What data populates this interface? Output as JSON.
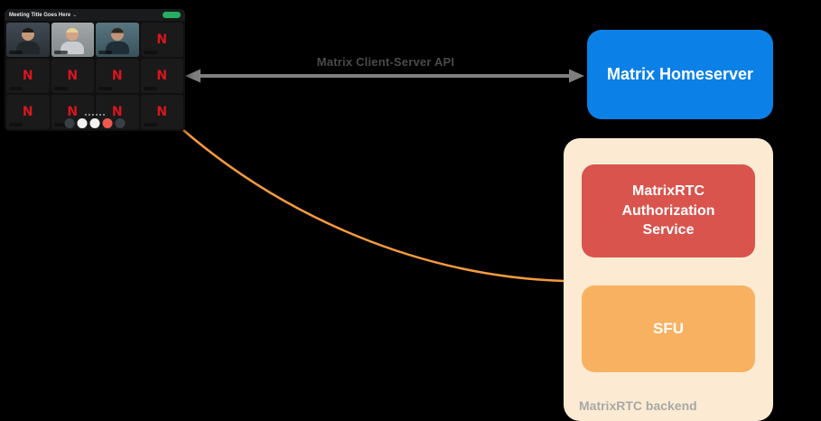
{
  "page": {
    "background": "#000000"
  },
  "call_window": {
    "title": "Meeting Title Goes Here",
    "chevron": "⌄",
    "logo_letter": "N"
  },
  "api_arrow": {
    "label": "Matrix Client-Server API",
    "line_color": "#7f7f7f",
    "label_color": "#4a4a4a"
  },
  "homeserver": {
    "label": "Matrix Homeserver",
    "bg_color": "#0b80e7",
    "text_color": "#ffffff"
  },
  "backend": {
    "label": "MatrixRTC backend",
    "bg_color": "#fcebd2",
    "label_color": "#a8a8a8",
    "auth": {
      "label": "MatrixRTC Authorization Service",
      "bg_color": "#d9544d",
      "text_color": "#ffffff"
    },
    "sfu": {
      "label": "SFU",
      "bg_color": "#f8b160",
      "text_color": "#ffffff"
    }
  },
  "media_curve": {
    "color": "#f49a3f"
  }
}
